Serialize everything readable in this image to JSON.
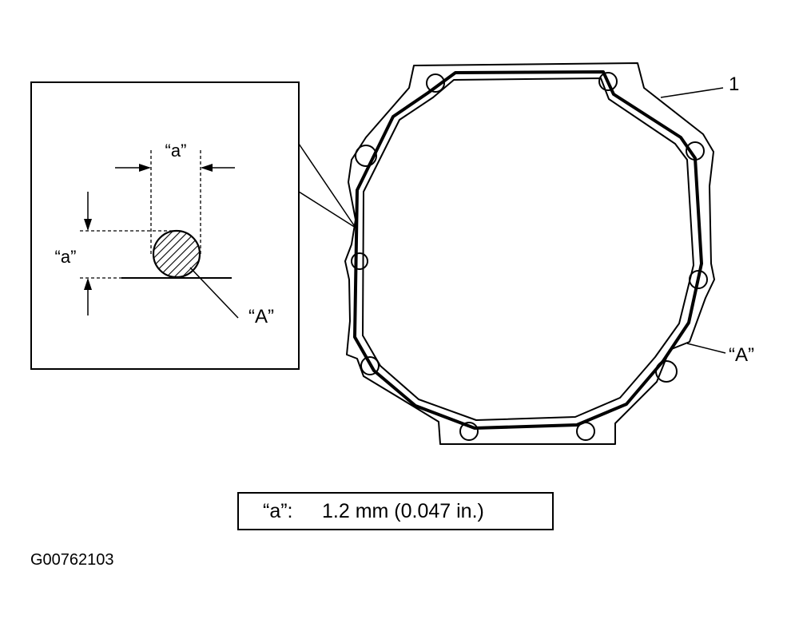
{
  "labels": {
    "part_number": "1",
    "bead_right": "“A”",
    "detail_bead": "“A”",
    "detail_width": "“a”",
    "detail_height": "“a”"
  },
  "spec": {
    "key": "“a”:",
    "value": "1.2 mm (0.047 in.)"
  },
  "figure_code": "G00762103"
}
